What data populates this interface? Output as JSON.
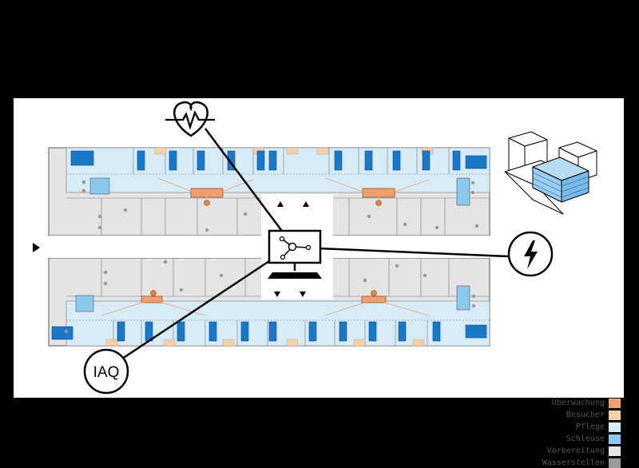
{
  "icons": {
    "heart": "heart-pulse-icon",
    "lightning": "lightning-bolt-icon",
    "iaq": "IAQ",
    "computer": "computer-monitor-icon",
    "building": "building-isometric-icon",
    "entry": "entry-arrow-icon"
  },
  "legend": [
    {
      "label": "Überwachung",
      "color": "#f0a070"
    },
    {
      "label": "Besucher",
      "color": "#f9cfa8"
    },
    {
      "label": "Pflege",
      "color": "#d8ecf8"
    },
    {
      "label": "Schleuse",
      "color": "#8cc8ee"
    },
    {
      "label": "Vorbereitung",
      "color": "#e4e4e4"
    },
    {
      "label": "Wasserstellen",
      "color": "#999999"
    }
  ],
  "colors": {
    "background": "#000000",
    "panel": "#ffffff",
    "room_blue": "#1a78c8",
    "wall": "#555555"
  }
}
